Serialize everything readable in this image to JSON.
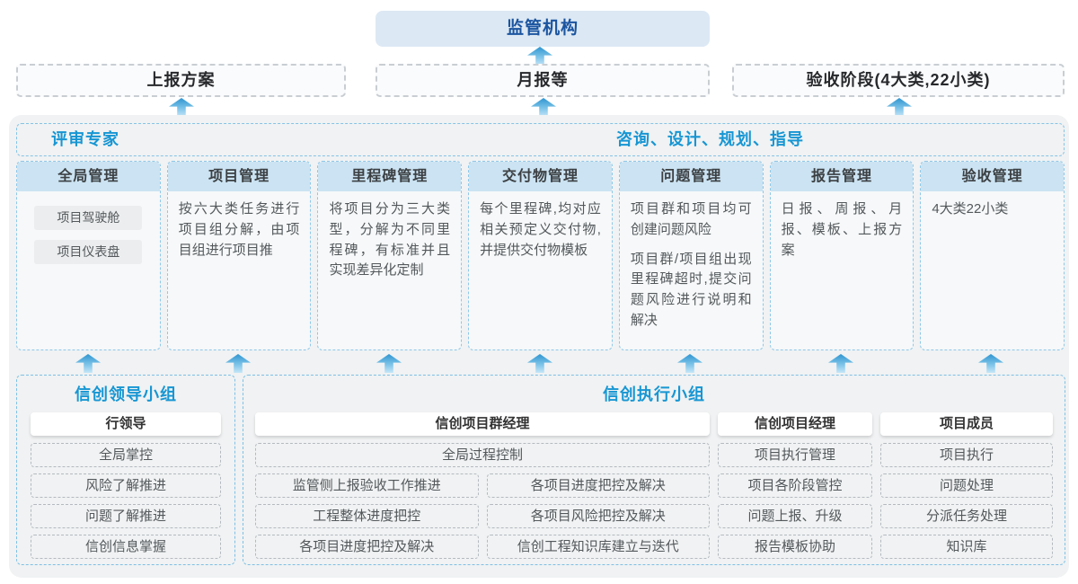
{
  "top": {
    "regulator": "监管机构",
    "reports": [
      "上报方案",
      "月报等",
      "验收阶段(4大类,22小类)"
    ]
  },
  "platform": {
    "left_header": "评审专家",
    "right_header": "咨询、设计、规划、指导",
    "columns": [
      {
        "title": "全局管理",
        "chips": [
          "项目驾驶舱",
          "项目仪表盘"
        ]
      },
      {
        "title": "项目管理",
        "paragraphs": [
          "按六大类任务进行项目组分解，由项目组进行项目推"
        ]
      },
      {
        "title": "里程碑管理",
        "paragraphs": [
          "将项目分为三大类型，分解为不同里程碑，有标准并且实现差异化定制"
        ]
      },
      {
        "title": "交付物管理",
        "paragraphs": [
          "每个里程碑,均对应相关预定义交付物,并提供交付物模板"
        ]
      },
      {
        "title": "问题管理",
        "paragraphs": [
          "项目群和项目均可创建问题风险",
          "项目群/项目组出现里程碑超时,提交问题风险进行说明和解决"
        ]
      },
      {
        "title": "报告管理",
        "paragraphs": [
          "日报、周报、月报、模板、上报方案"
        ]
      },
      {
        "title": "验收管理",
        "paragraphs": [
          "4大类22小类"
        ]
      }
    ]
  },
  "groups": {
    "leader": {
      "title": "信创领导小组",
      "role": "行领导",
      "items": [
        "全局掌控",
        "风险了解推进",
        "问题了解推进",
        "信创信息掌握"
      ]
    },
    "executive": {
      "title": "信创执行小组",
      "program_manager": {
        "role": "信创项目群经理",
        "span_item": "全局过程控制",
        "left_items": [
          "监管侧上报验收工作推进",
          "工程整体进度把控",
          "各项目进度把控及解决"
        ],
        "right_items": [
          "各项目进度把控及解决",
          "各项目风险把控及解决",
          "信创工程知识库建立与迭代"
        ]
      },
      "project_manager": {
        "role": "信创项目经理",
        "items": [
          "项目执行管理",
          "项目各阶段管控",
          "问题上报、升级",
          "报告模板协助"
        ]
      },
      "member": {
        "role": "项目成员",
        "items": [
          "项目执行",
          "问题处理",
          "分派任务处理",
          "知识库"
        ]
      }
    }
  },
  "colors": {
    "accent_blue": "#1796d3",
    "dark_blue": "#1b55a0",
    "regulator_bg": "#dce8f4",
    "column_header_bg": "#cbe3f2",
    "container_bg": "#f0f2f3",
    "dashed_blue_border": "#85c3e6",
    "arrow_blue": "#2f95d0"
  }
}
